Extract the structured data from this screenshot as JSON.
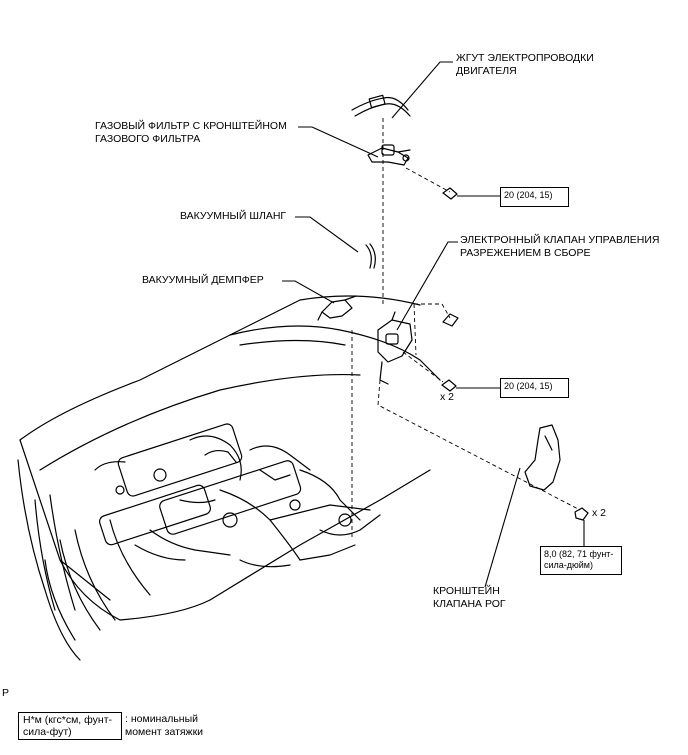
{
  "callouts": {
    "wire_harness": [
      "ЖГУТ ЭЛЕКТРОПРОВОДКИ",
      "ДВИГАТЕЛЯ"
    ],
    "gas_filter": [
      "ГАЗОВЫЙ ФИЛЬТР С КРОНШТЕЙНОМ",
      "ГАЗОВОГО ФИЛЬТРА"
    ],
    "vacuum_hose": "ВАКУУМНЫЙ ШЛАНГ",
    "vsv_assembly": [
      "ЭЛЕКТРОННЫЙ КЛАПАН УПРАВЛЕНИЯ",
      "РАЗРЕЖЕНИЕМ В СБОРЕ"
    ],
    "vacuum_damper": "ВАКУУМНЫЙ ДЕМПФЕР",
    "bracket": [
      "КРОНШТЕЙН",
      "КЛАПАНА РОГ"
    ]
  },
  "torques": {
    "top": "20 (204, 15)",
    "middle": "20 (204, 15)",
    "bottom": [
      "8,0 (82, 71 фунт-",
      "сила-дюйм)"
    ]
  },
  "quantity": {
    "middle": "x 2",
    "bottom": "x 2"
  },
  "corner_code": "P",
  "legend": {
    "box": [
      "Н*м (кгс*см, фунт-",
      "сила-фут)"
    ],
    "text": [
      ": номинальный",
      "момент затяжки"
    ]
  }
}
